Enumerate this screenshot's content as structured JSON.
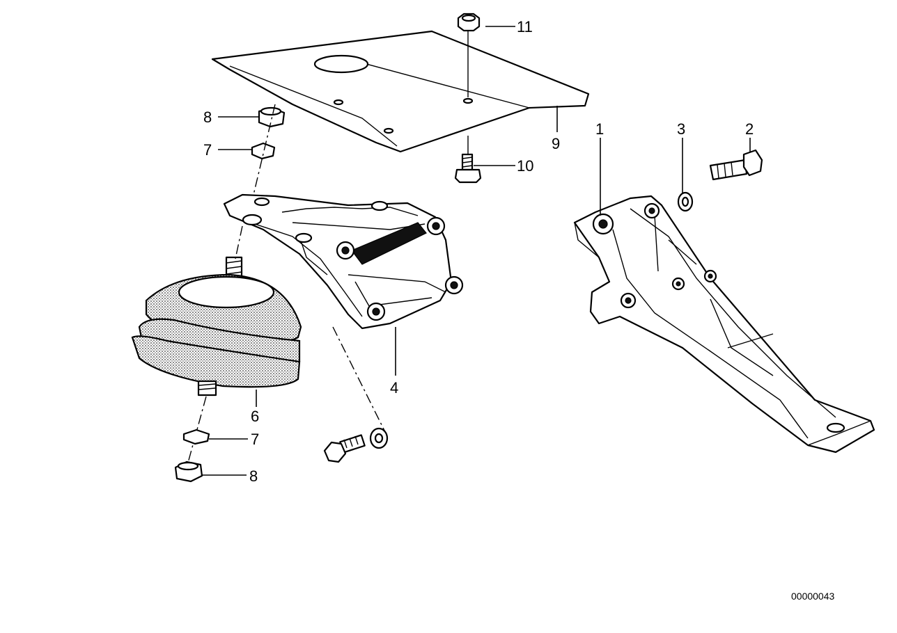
{
  "diagram": {
    "id_text": "00000043",
    "callouts": [
      {
        "key": "c1",
        "text": "1"
      },
      {
        "key": "c2",
        "text": "2"
      },
      {
        "key": "c3",
        "text": "3"
      },
      {
        "key": "c4",
        "text": "4"
      },
      {
        "key": "c6",
        "text": "6"
      },
      {
        "key": "c7a",
        "text": "7"
      },
      {
        "key": "c7b",
        "text": "7"
      },
      {
        "key": "c8a",
        "text": "8"
      },
      {
        "key": "c8b",
        "text": "8"
      },
      {
        "key": "c9",
        "text": "9"
      },
      {
        "key": "c10",
        "text": "10"
      },
      {
        "key": "c11",
        "text": "11"
      }
    ]
  }
}
